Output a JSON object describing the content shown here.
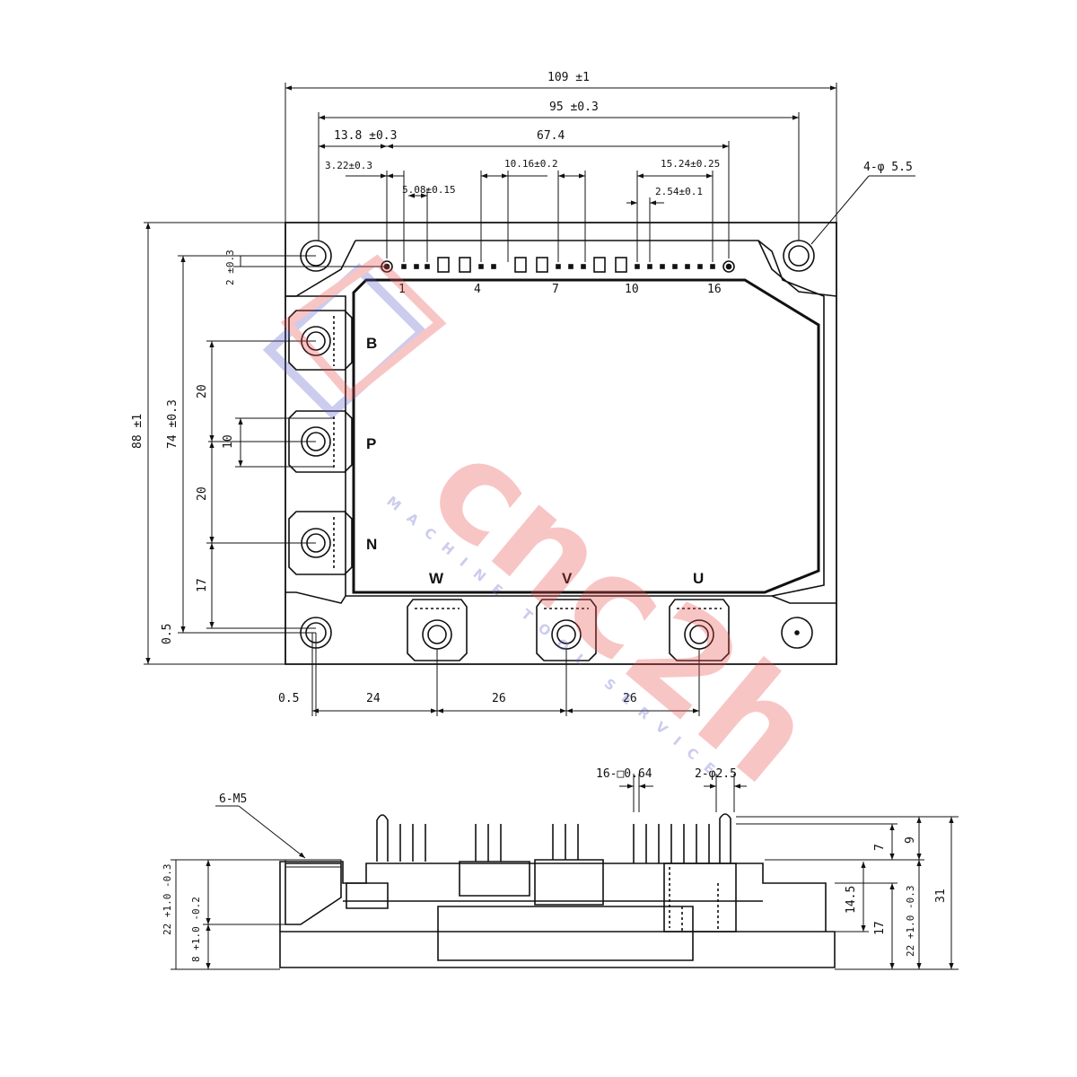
{
  "top_view": {
    "dims": {
      "overall_width": "109 ±1",
      "mount_pitch": "95 ±0.3",
      "pin_offset": "13.8 ±0.3",
      "pin_span": "67.4",
      "pin_first": "3.22±0.3",
      "pin_pitch_group": "10.16±0.2",
      "pin_last_group": "15.24±0.25",
      "pin_pitch_a": "5.08±0.15",
      "pin_pitch_b": "2.54±0.1",
      "hole_dia": "4-φ 5.5",
      "pin_row_offset": "2 ±0.3",
      "overall_height": "88 ±1",
      "mount_height": "74 ±0.3",
      "bp_spacing": "20",
      "terminal_width": "10",
      "pn_spacing": "20",
      "n_to_base": "17",
      "base_offset_y": "0.5",
      "base_offset_x": "0.5",
      "w_pos": "24",
      "v_pos": "26",
      "u_pos": "26"
    },
    "pin_numbers": [
      "1",
      "4",
      "7",
      "10",
      "16"
    ],
    "terminals": {
      "b": "B",
      "p": "P",
      "n": "N",
      "w": "W",
      "v": "V",
      "u": "U"
    }
  },
  "side_view": {
    "screw_label": "6-M5",
    "pin_square": "16-□0.64",
    "pin_dia": "2-φ2.5",
    "dims": {
      "left_upper": "22 +1.0 -0.3",
      "left_lower": "8 +1.0 -0.2",
      "pin_tip": "7",
      "pin_total": "9",
      "housing": "14.5",
      "base_to_pcb": "17",
      "right_body": "22 +1.0 -0.3",
      "total_height": "31"
    }
  },
  "watermark": {
    "brand": "cnc2h",
    "tagline": "MACHINE TOOL SERVICE"
  },
  "colors": {
    "line": "#111111",
    "watermark_red": "#e8484a",
    "watermark_blue": "#5b5ec8"
  }
}
